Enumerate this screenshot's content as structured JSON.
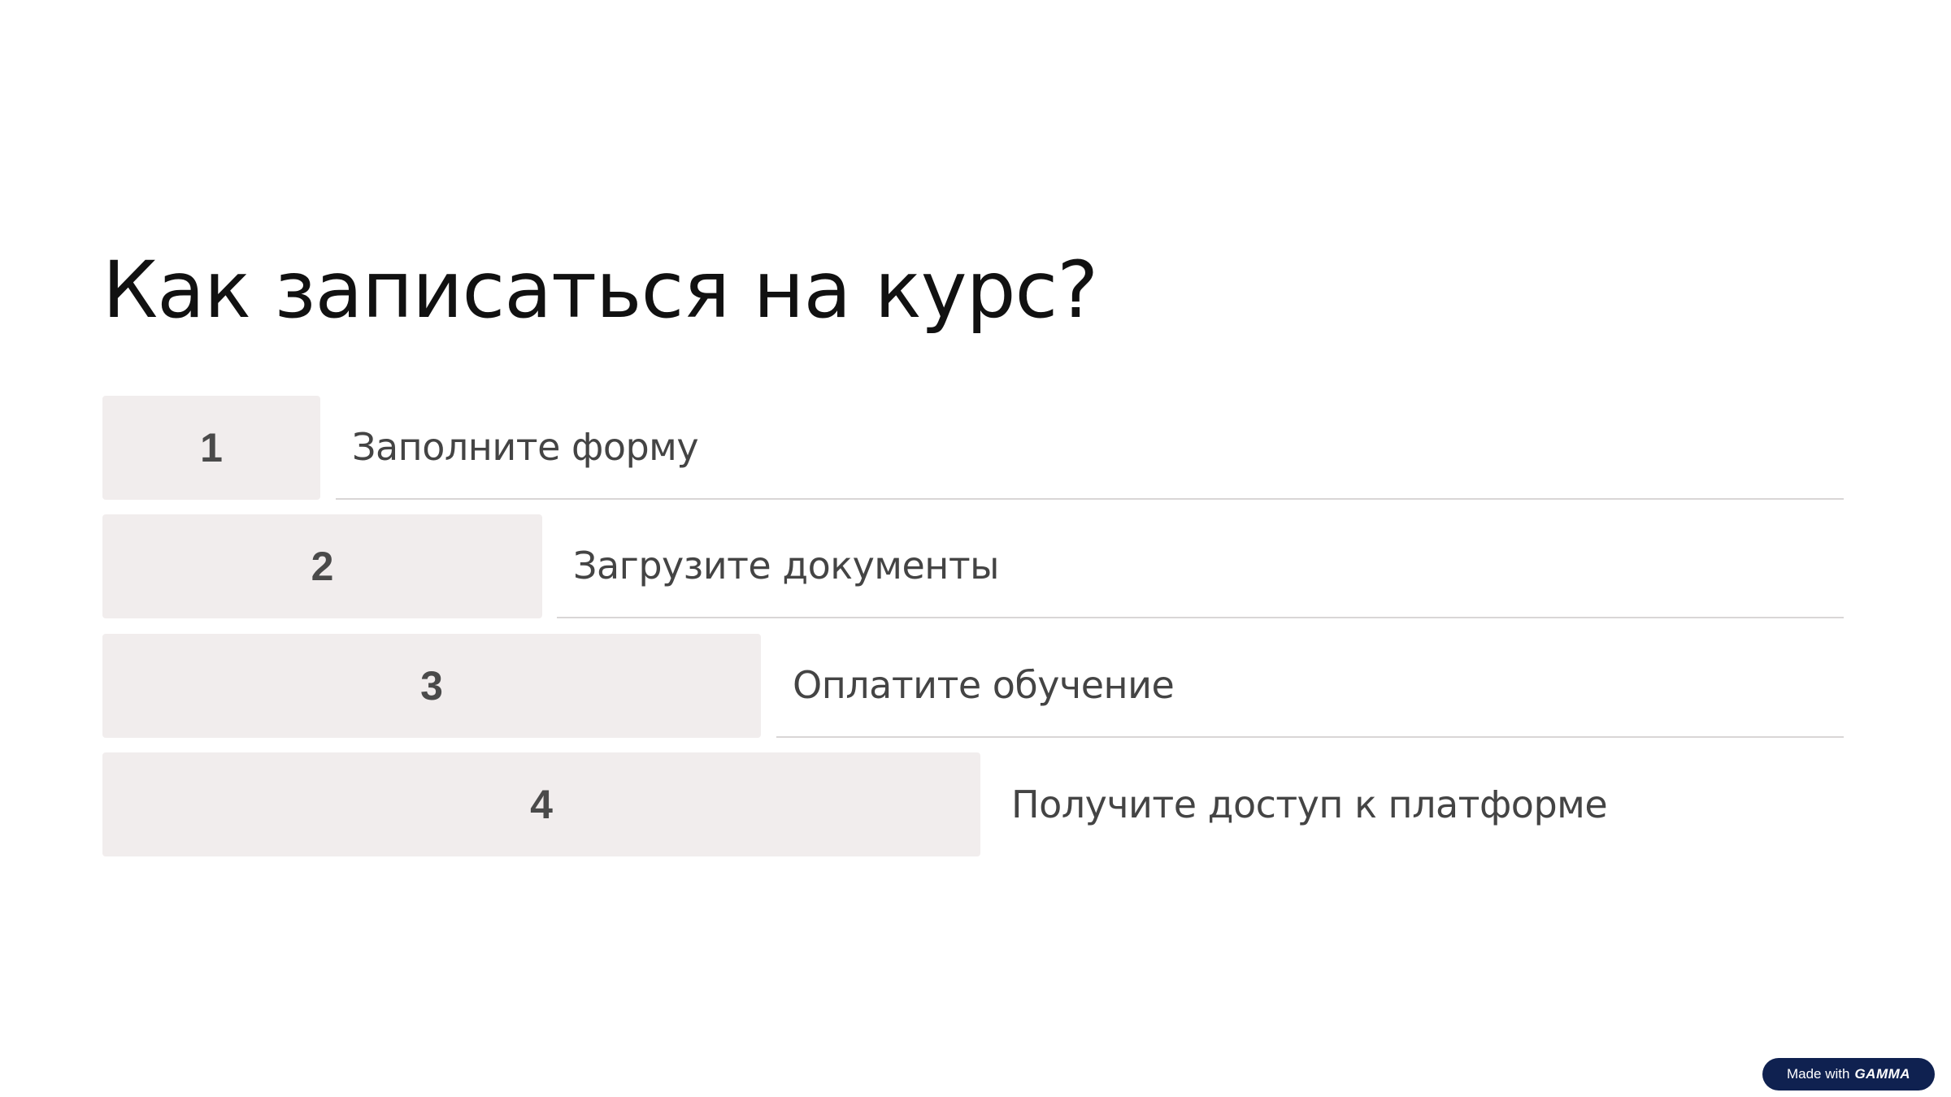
{
  "slide": {
    "title": "Как записаться на курс?"
  },
  "steps": [
    {
      "number": "1",
      "text": "Заполните форму"
    },
    {
      "number": "2",
      "text": "Загрузите документы"
    },
    {
      "number": "3",
      "text": "Оплатите обучение"
    },
    {
      "number": "4",
      "text": "Получите доступ к платформе"
    }
  ],
  "badge": {
    "made_with": "Made with",
    "brand": "GAMMA"
  },
  "colors": {
    "step_box": "#f1eded",
    "badge_bg": "#0f2150",
    "divider": "#d9d6d6"
  }
}
